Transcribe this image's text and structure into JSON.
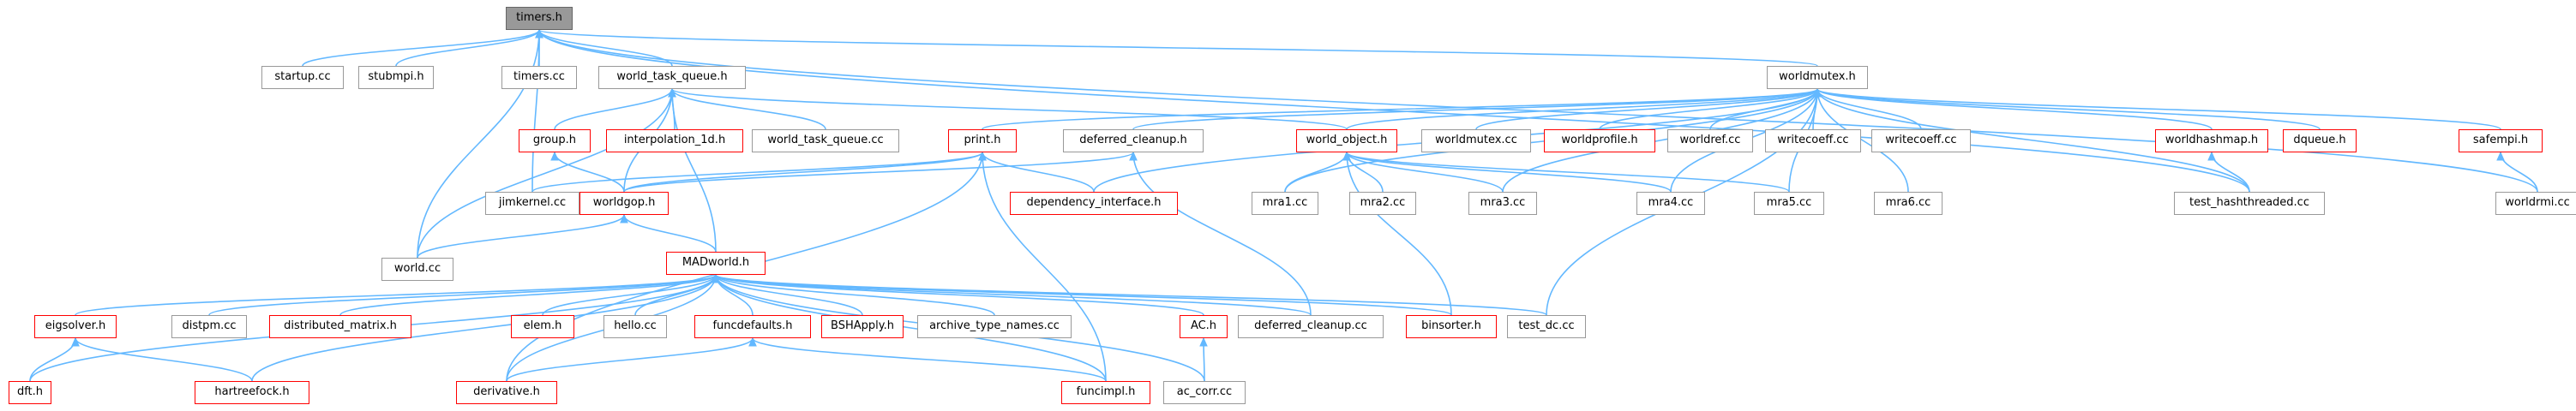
{
  "graph": {
    "colors": {
      "edge": "#63b8ff",
      "node_border": "#999999",
      "incomplete_border": "#ff0000",
      "root_fill": "#999999"
    },
    "root": {
      "id": "timers_h",
      "label": "timers.h"
    },
    "nodes": [
      {
        "id": "timers_h",
        "label": "timers.h",
        "incomplete": false
      },
      {
        "id": "startup_cc",
        "label": "startup.cc",
        "incomplete": false
      },
      {
        "id": "stubmpi_h",
        "label": "stubmpi.h",
        "incomplete": false
      },
      {
        "id": "timers_cc",
        "label": "timers.cc",
        "incomplete": false
      },
      {
        "id": "world_task_queue_h",
        "label": "world_task_queue.h",
        "incomplete": false
      },
      {
        "id": "worldmutex_h",
        "label": "worldmutex.h",
        "incomplete": false
      },
      {
        "id": "group_h",
        "label": "group.h",
        "incomplete": true
      },
      {
        "id": "interpolation_1d_h",
        "label": "interpolation_1d.h",
        "incomplete": true
      },
      {
        "id": "world_task_queue_cc",
        "label": "world_task_queue.cc",
        "incomplete": false
      },
      {
        "id": "print_h",
        "label": "print.h",
        "incomplete": true
      },
      {
        "id": "deferred_cleanup_h",
        "label": "deferred_cleanup.h",
        "incomplete": false
      },
      {
        "id": "world_object_h",
        "label": "world_object.h",
        "incomplete": true
      },
      {
        "id": "worldmutex_cc",
        "label": "worldmutex.cc",
        "incomplete": false
      },
      {
        "id": "worldprofile_h",
        "label": "worldprofile.h",
        "incomplete": true
      },
      {
        "id": "worldref_cc",
        "label": "worldref.cc",
        "incomplete": false
      },
      {
        "id": "writecoeff_cc_1",
        "label": "writecoeff.cc",
        "incomplete": false
      },
      {
        "id": "writecoeff_cc_2",
        "label": "writecoeff.cc",
        "incomplete": false
      },
      {
        "id": "worldhashmap_h",
        "label": "worldhashmap.h",
        "incomplete": true
      },
      {
        "id": "dqueue_h",
        "label": "dqueue.h",
        "incomplete": true
      },
      {
        "id": "safempi_h",
        "label": "safempi.h",
        "incomplete": true
      },
      {
        "id": "jimkernel_cc",
        "label": "jimkernel.cc",
        "incomplete": false
      },
      {
        "id": "worldgop_h",
        "label": "worldgop.h",
        "incomplete": true
      },
      {
        "id": "dependency_interface_h",
        "label": "dependency_interface.h",
        "incomplete": true
      },
      {
        "id": "mra1_cc",
        "label": "mra1.cc",
        "incomplete": false
      },
      {
        "id": "mra2_cc",
        "label": "mra2.cc",
        "incomplete": false
      },
      {
        "id": "mra3_cc",
        "label": "mra3.cc",
        "incomplete": false
      },
      {
        "id": "mra4_cc",
        "label": "mra4.cc",
        "incomplete": false
      },
      {
        "id": "mra5_cc",
        "label": "mra5.cc",
        "incomplete": false
      },
      {
        "id": "mra6_cc",
        "label": "mra6.cc",
        "incomplete": false
      },
      {
        "id": "test_hashthreaded_cc",
        "label": "test_hashthreaded.cc",
        "incomplete": false
      },
      {
        "id": "worldrmi_cc",
        "label": "worldrmi.cc",
        "incomplete": false
      },
      {
        "id": "world_cc",
        "label": "world.cc",
        "incomplete": false
      },
      {
        "id": "MADworld_h",
        "label": "MADworld.h",
        "incomplete": true
      },
      {
        "id": "eigsolver_h",
        "label": "eigsolver.h",
        "incomplete": true
      },
      {
        "id": "distpm_cc",
        "label": "distpm.cc",
        "incomplete": false
      },
      {
        "id": "distributed_matrix_h",
        "label": "distributed_matrix.h",
        "incomplete": true
      },
      {
        "id": "elem_h",
        "label": "elem.h",
        "incomplete": true
      },
      {
        "id": "hello_cc",
        "label": "hello.cc",
        "incomplete": false
      },
      {
        "id": "funcdefaults_h",
        "label": "funcdefaults.h",
        "incomplete": true
      },
      {
        "id": "BSHApply_h",
        "label": "BSHApply.h",
        "incomplete": true
      },
      {
        "id": "archive_type_names_cc",
        "label": "archive_type_names.cc",
        "incomplete": false
      },
      {
        "id": "AC_h",
        "label": "AC.h",
        "incomplete": true
      },
      {
        "id": "deferred_cleanup_cc",
        "label": "deferred_cleanup.cc",
        "incomplete": false
      },
      {
        "id": "binsorter_h",
        "label": "binsorter.h",
        "incomplete": true
      },
      {
        "id": "test_dc_cc",
        "label": "test_dc.cc",
        "incomplete": false
      },
      {
        "id": "dft_h",
        "label": "dft.h",
        "incomplete": true
      },
      {
        "id": "hartreefock_h",
        "label": "hartreefock.h",
        "incomplete": true
      },
      {
        "id": "derivative_h",
        "label": "derivative.h",
        "incomplete": true
      },
      {
        "id": "funcimpl_h",
        "label": "funcimpl.h",
        "incomplete": true
      },
      {
        "id": "ac_corr_cc",
        "label": "ac_corr.cc",
        "incomplete": false
      }
    ],
    "edges": [
      [
        "timers_h",
        "startup_cc"
      ],
      [
        "timers_h",
        "stubmpi_h"
      ],
      [
        "timers_h",
        "timers_cc"
      ],
      [
        "timers_h",
        "world_task_queue_h"
      ],
      [
        "timers_h",
        "worldmutex_h"
      ],
      [
        "timers_h",
        "jimkernel_cc"
      ],
      [
        "timers_h",
        "world_cc"
      ],
      [
        "timers_h",
        "test_hashthreaded_cc"
      ],
      [
        "timers_h",
        "worldrmi_cc"
      ],
      [
        "world_task_queue_h",
        "group_h"
      ],
      [
        "world_task_queue_h",
        "interpolation_1d_h"
      ],
      [
        "world_task_queue_h",
        "world_task_queue_cc"
      ],
      [
        "world_task_queue_h",
        "world_object_h"
      ],
      [
        "world_task_queue_h",
        "worldgop_h"
      ],
      [
        "world_task_queue_h",
        "world_cc"
      ],
      [
        "world_task_queue_h",
        "MADworld_h"
      ],
      [
        "group_h",
        "worldgop_h"
      ],
      [
        "worldmutex_h",
        "print_h"
      ],
      [
        "worldmutex_h",
        "deferred_cleanup_h"
      ],
      [
        "worldmutex_h",
        "world_object_h"
      ],
      [
        "worldmutex_h",
        "worldmutex_cc"
      ],
      [
        "worldmutex_h",
        "worldprofile_h"
      ],
      [
        "worldmutex_h",
        "worldref_cc"
      ],
      [
        "worldmutex_h",
        "writecoeff_cc_1"
      ],
      [
        "worldmutex_h",
        "writecoeff_cc_2"
      ],
      [
        "worldmutex_h",
        "worldhashmap_h"
      ],
      [
        "worldmutex_h",
        "dqueue_h"
      ],
      [
        "worldmutex_h",
        "safempi_h"
      ],
      [
        "worldmutex_h",
        "mra1_cc"
      ],
      [
        "worldmutex_h",
        "mra3_cc"
      ],
      [
        "worldmutex_h",
        "mra4_cc"
      ],
      [
        "worldmutex_h",
        "mra5_cc"
      ],
      [
        "worldmutex_h",
        "mra6_cc"
      ],
      [
        "worldmutex_h",
        "test_dc_cc"
      ],
      [
        "worldmutex_h",
        "test_hashthreaded_cc"
      ],
      [
        "worldmutex_h",
        "dependency_interface_h"
      ],
      [
        "print_h",
        "jimkernel_cc"
      ],
      [
        "print_h",
        "worldgop_h"
      ],
      [
        "print_h",
        "dependency_interface_h"
      ],
      [
        "print_h",
        "funcimpl_h"
      ],
      [
        "print_h",
        "derivative_h"
      ],
      [
        "deferred_cleanup_h",
        "worldgop_h"
      ],
      [
        "deferred_cleanup_h",
        "deferred_cleanup_cc"
      ],
      [
        "world_object_h",
        "mra1_cc"
      ],
      [
        "world_object_h",
        "mra2_cc"
      ],
      [
        "world_object_h",
        "mra3_cc"
      ],
      [
        "world_object_h",
        "mra4_cc"
      ],
      [
        "world_object_h",
        "mra5_cc"
      ],
      [
        "world_object_h",
        "binsorter_h"
      ],
      [
        "worldhashmap_h",
        "test_hashthreaded_cc"
      ],
      [
        "safempi_h",
        "worldrmi_cc"
      ],
      [
        "worldgop_h",
        "world_cc"
      ],
      [
        "worldgop_h",
        "MADworld_h"
      ],
      [
        "MADworld_h",
        "eigsolver_h"
      ],
      [
        "MADworld_h",
        "distpm_cc"
      ],
      [
        "MADworld_h",
        "distributed_matrix_h"
      ],
      [
        "MADworld_h",
        "elem_h"
      ],
      [
        "MADworld_h",
        "hello_cc"
      ],
      [
        "MADworld_h",
        "funcdefaults_h"
      ],
      [
        "MADworld_h",
        "BSHApply_h"
      ],
      [
        "MADworld_h",
        "archive_type_names_cc"
      ],
      [
        "MADworld_h",
        "AC_h"
      ],
      [
        "MADworld_h",
        "deferred_cleanup_cc"
      ],
      [
        "MADworld_h",
        "binsorter_h"
      ],
      [
        "MADworld_h",
        "test_dc_cc"
      ],
      [
        "MADworld_h",
        "dft_h"
      ],
      [
        "MADworld_h",
        "hartreefock_h"
      ],
      [
        "MADworld_h",
        "derivative_h"
      ],
      [
        "MADworld_h",
        "funcimpl_h"
      ],
      [
        "MADworld_h",
        "ac_corr_cc"
      ],
      [
        "eigsolver_h",
        "dft_h"
      ],
      [
        "eigsolver_h",
        "hartreefock_h"
      ],
      [
        "funcdefaults_h",
        "derivative_h"
      ],
      [
        "funcdefaults_h",
        "funcimpl_h"
      ],
      [
        "AC_h",
        "ac_corr_cc"
      ]
    ]
  }
}
